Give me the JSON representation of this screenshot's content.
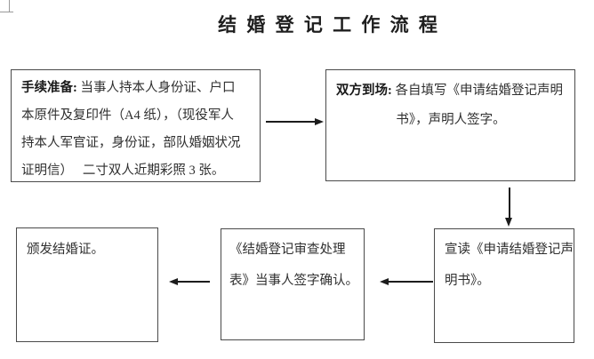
{
  "title": "结 婚 登 记 工 作 流 程",
  "boxes": {
    "prepare": {
      "label": "手续准备:",
      "lines": [
        "当事人持本人身份证、户口",
        "本原件及复印件（A4 纸），（现役军人",
        "持本人军官证，身份证，部队婚姻状况",
        "证明信）　 二寸双人近期彩照 3 张。"
      ]
    },
    "present": {
      "label": "双方到场:",
      "lines": [
        "各自填写《申请结婚登记声明",
        "书》，声明人签字。"
      ]
    },
    "read_declaration": {
      "lines": [
        "宣读《申请结婚登记声",
        "明书》。"
      ]
    },
    "review_sign": {
      "lines": [
        "《结婚登记审查处理",
        "表》当事人签字确认。"
      ]
    },
    "issue_certificate": {
      "lines": [
        "颁发结婚证。"
      ]
    }
  },
  "flow": [
    {
      "from": "prepare",
      "to": "present",
      "direction": "right"
    },
    {
      "from": "present",
      "to": "read_declaration",
      "direction": "down"
    },
    {
      "from": "read_declaration",
      "to": "review_sign",
      "direction": "left"
    },
    {
      "from": "review_sign",
      "to": "issue_certificate",
      "direction": "left"
    }
  ],
  "colors": {
    "ink": "#2f2f2f",
    "border": "#4a4a4a",
    "arrow": "#1c1c1c",
    "background": "#ffffff"
  }
}
